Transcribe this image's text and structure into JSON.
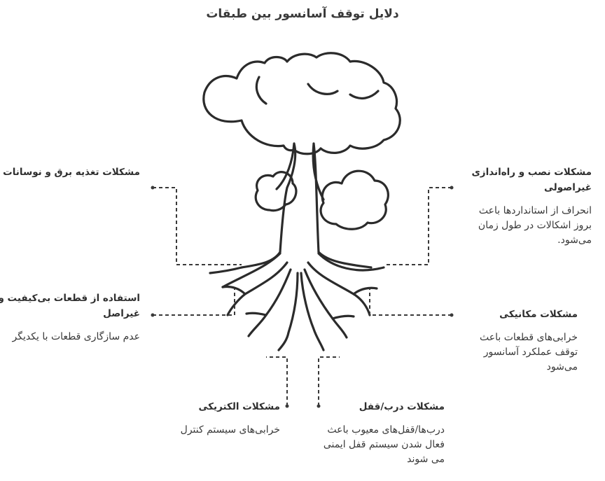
{
  "title": "دلایل توقف آسانسور بین طبقات",
  "branches": {
    "power": {
      "heading": "مشکلات تغذیه برق و نوسانات",
      "description": ""
    },
    "installation": {
      "heading": "مشکلات نصب و راه‌اندازی غیراصولی",
      "description": "انحراف از استانداردها باعث بروز اشکالات در طول زمان می‌شود."
    },
    "parts": {
      "heading": "استفاده از قطعات بی‌کیفیت و غیراصل",
      "description": "عدم سازگاری قطعات با یکدیگر"
    },
    "mechanical": {
      "heading": "مشکلات مکانیکی",
      "description": "خرابی‌های قطعات باعث توقف عملکرد آسانسور می‌شود"
    },
    "electrical": {
      "heading": "مشکلات الکتریکی",
      "description": "خرابی‌های سیستم کنترل"
    },
    "door": {
      "heading": "مشکلات درب/قفل",
      "description": "درب‌ها/قفل‌های معیوب باعث فعال شدن سیستم قفل ایمنی می شوند"
    }
  }
}
